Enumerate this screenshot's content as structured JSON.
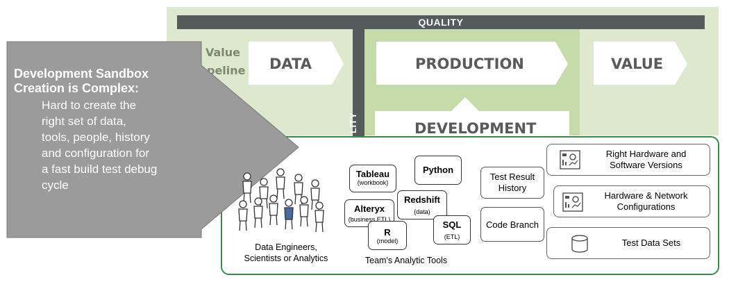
{
  "colors": {
    "light_green": "#dde8cf",
    "mid_green": "#c5dcaa",
    "dark_green_border": "#3a8a4a",
    "quality_bar": "#555a5c",
    "arrow_gray": "#999999"
  },
  "quality_bar": {
    "label": "QUALITY"
  },
  "vertical_bar": {
    "label": "LITY"
  },
  "pipeline": {
    "partial_label_line1": "Value",
    "partial_label_line2": "peline",
    "stages": [
      "DATA",
      "PRODUCTION",
      "VALUE"
    ],
    "development": "DEVELOPMENT"
  },
  "callout": {
    "heading_line1": "Development Sandbox",
    "heading_line2": "Creation is Complex:",
    "body_lines": [
      "Hard to create the",
      "right set of data,",
      "tools, people, history",
      "and configuration for",
      "a fast build test debug",
      "cycle"
    ]
  },
  "people": {
    "caption_line1": "Data Engineers,",
    "caption_line2": "Scientists or Analytics",
    "icon": "people-crowd-icon"
  },
  "tools": {
    "caption": "Team's Analytic Tools",
    "items": [
      {
        "name": "Tableau",
        "sub": "(workbook)"
      },
      {
        "name": "Python",
        "sub": ""
      },
      {
        "name": "Redshift",
        "sub": "(data)"
      },
      {
        "name": "Alteryx",
        "sub": "(business ETL)"
      },
      {
        "name": "SQL",
        "sub": "(ETL)"
      },
      {
        "name": "R",
        "sub": "(model)"
      }
    ]
  },
  "middle": {
    "history_line1": "Test Result",
    "history_line2": "History",
    "branch": "Code Branch"
  },
  "resources": [
    {
      "line1": "Right Hardware and",
      "line2": "Software Versions",
      "icon": "hardware-dashboard-icon"
    },
    {
      "line1": "Hardware & Network",
      "line2": "Configurations",
      "icon": "network-dashboard-icon"
    },
    {
      "line1": "Test Data Sets",
      "line2": "",
      "icon": "database-cylinder-icon"
    }
  ]
}
